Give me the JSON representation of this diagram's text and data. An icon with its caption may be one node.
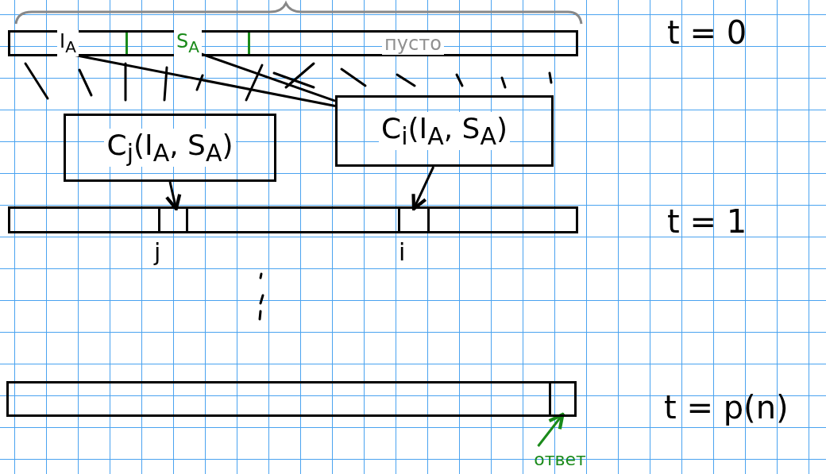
{
  "diagram": {
    "nodes": [
      {
        "text": [],
        "shape": "bar",
        "beside": [
          "t = 0"
        ]
      },
      {
        "text": [
          "I$_{A}$"
        ],
        "in": 0
      },
      {
        "text": [
          "S$_{A}$"
        ],
        "in": 0
      },
      {
        "text": [
          "пусто"
        ],
        "in": 0
      },
      {
        "text": [
          "C$_{j}$(I$_{A}$, S$_{A}$)"
        ]
      },
      {
        "text": [
          "C$_{i}$(I$_{A}$, S$_{A}$)"
        ]
      },
      {
        "text": [],
        "shape": "bar",
        "beside": [
          "t = 1"
        ]
      },
      {
        "text": [],
        "shape": "box",
        "in": 6,
        "beside": [
          "j"
        ]
      },
      {
        "text": [],
        "shape": "box",
        "in": 6,
        "beside": [
          "i"
        ]
      },
      {
        "text": [],
        "shape": "bar",
        "beside": [
          "t = p(n)"
        ]
      },
      {
        "text": [],
        "shape": "box",
        "in": 9
      },
      {
        "text": [
          "ответ"
        ]
      }
    ],
    "edges": [
      {
        "from": 1,
        "to": 5,
        "arrow": "none"
      },
      {
        "from": 2,
        "to": 5,
        "arrow": "none"
      },
      {
        "from": 4,
        "to": 7,
        "arrow": "to"
      },
      {
        "from": 5,
        "to": 8,
        "arrow": "to"
      },
      {
        "from": 11,
        "to": 10,
        "arrow": "to",
        "color": "#1a8a1a"
      }
    ]
  }
}
